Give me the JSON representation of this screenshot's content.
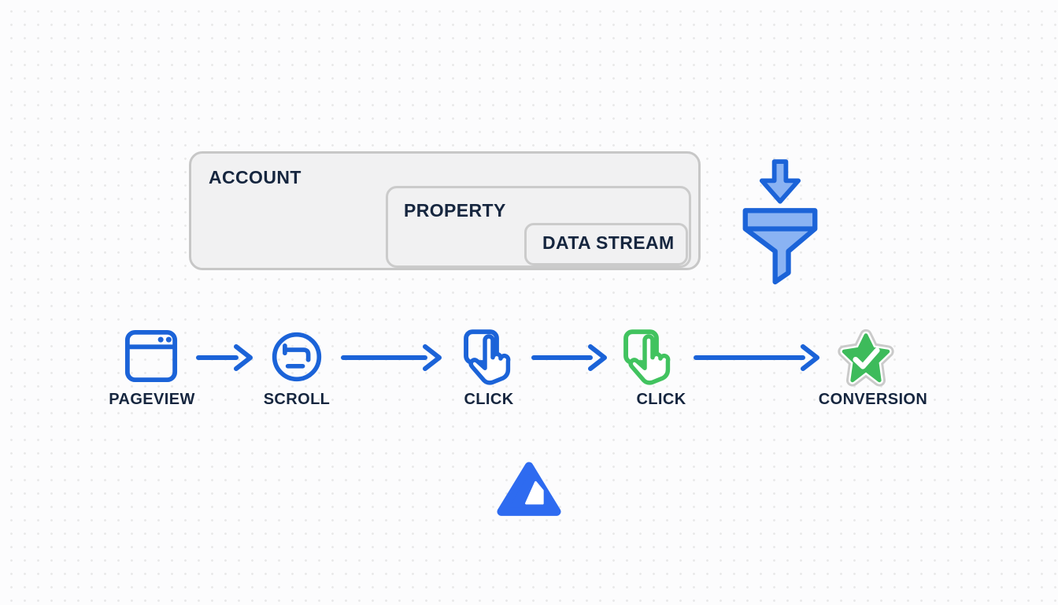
{
  "colors": {
    "primary_blue": "#1b63d8",
    "funnel_fill": "#8ab3f3",
    "click_green": "#41c35f",
    "star_green": "#3dbb5b",
    "logo_blue": "#2e6bf0",
    "text_navy": "#16263f",
    "box_fill": "#f1f1f2",
    "box_border": "#c7c7c7",
    "ring_gray": "#cacaca",
    "dot_grid": "#e9e9e9"
  },
  "hierarchy": {
    "account_label": "ACCOUNT",
    "property_label": "PROPERTY",
    "data_stream_label": "DATA STREAM"
  },
  "funnel": {
    "icon": "funnel-with-down-arrow-icon"
  },
  "flow": {
    "connector_icon": "right-arrow-icon",
    "steps": [
      {
        "label": "PAGEVIEW",
        "icon": "browser-window-icon",
        "color": "#1b63d8"
      },
      {
        "label": "SCROLL",
        "icon": "scroll-gesture-icon",
        "color": "#1b63d8"
      },
      {
        "label": "CLICK",
        "icon": "tap-hand-icon",
        "color": "#1b63d8"
      },
      {
        "label": "CLICK",
        "icon": "tap-hand-icon",
        "color": "#41c35f"
      },
      {
        "label": "CONVERSION",
        "icon": "star-check-icon",
        "color": "#3dbb5b"
      }
    ]
  },
  "logo": {
    "icon": "triangle-logo"
  }
}
